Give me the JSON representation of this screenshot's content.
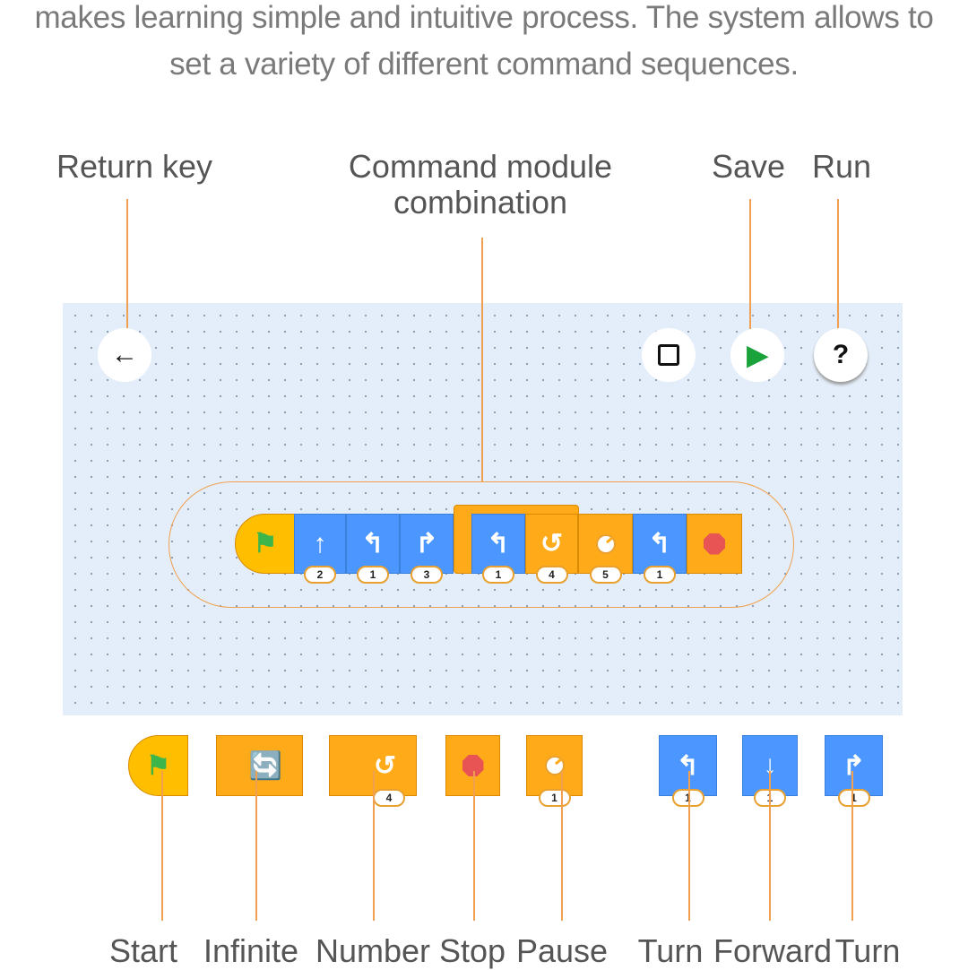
{
  "intro": {
    "line1": "makes learning simple and intuitive process. The system allows to",
    "line2": "set a variety of different command sequences."
  },
  "callouts": {
    "return": "Return key",
    "command_line1": "Command module",
    "command_line2": "combination",
    "save": "Save",
    "run": "Run"
  },
  "toolbar": {
    "back_icon": "←",
    "save_icon": "💾",
    "run_icon": "▶",
    "help_icon": "?"
  },
  "sequence": [
    {
      "type": "start",
      "icon": "flag"
    },
    {
      "type": "forward",
      "icon": "↑",
      "value": "2"
    },
    {
      "type": "turn-left",
      "icon": "↰",
      "value": "1"
    },
    {
      "type": "turn-right",
      "icon": "↱",
      "value": "3"
    },
    {
      "type": "loop-turn-left",
      "icon": "↰",
      "value": "1"
    },
    {
      "type": "loop-number",
      "icon": "↺",
      "value": "4"
    },
    {
      "type": "pause",
      "icon": "timer",
      "value": "5"
    },
    {
      "type": "turn-left",
      "icon": "↰",
      "value": "1"
    },
    {
      "type": "stop",
      "icon": "stop"
    }
  ],
  "palette": [
    {
      "type": "start",
      "label": "Start"
    },
    {
      "type": "infinite",
      "label": "Infinite",
      "icon": "🔄"
    },
    {
      "type": "number",
      "label": "Number",
      "icon": "↺",
      "value": "4"
    },
    {
      "type": "stop",
      "label": "Stop"
    },
    {
      "type": "pause",
      "label": "Pause",
      "value": "1"
    },
    {
      "type": "turn-left",
      "label": "Turn",
      "icon": "↰",
      "value": "1"
    },
    {
      "type": "forward",
      "label": "Forward",
      "icon": "↓",
      "value": "1"
    },
    {
      "type": "turn-right",
      "label": "Turn",
      "icon": "↱",
      "value": "1"
    }
  ]
}
